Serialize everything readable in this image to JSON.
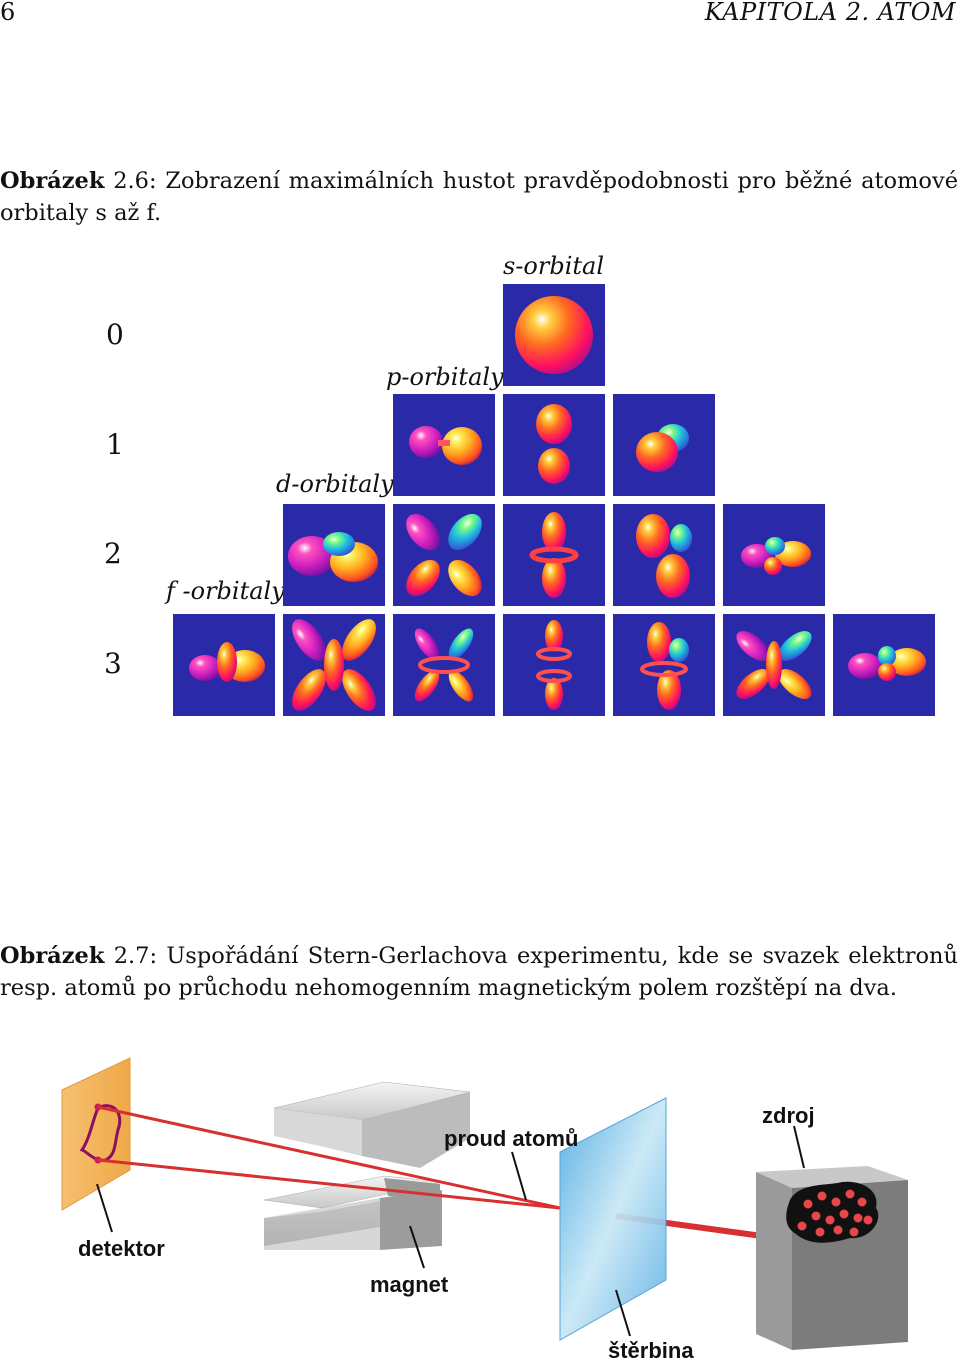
{
  "header": {
    "page_number": "6",
    "chapter": "KAPITOLA 2.  ATOM"
  },
  "figure1": {
    "caption_label": "Obrázek",
    "caption_number": "2.6:",
    "caption_text": " Zobrazení maximálních hustot pravděpodobnosti pro běžné atomové orbitaly s až f.",
    "row_labels": [
      "0",
      "1",
      "2",
      "3"
    ],
    "group_labels": {
      "s": "s-orbital",
      "p": "p-orbitaly",
      "d": "d-orbitaly",
      "f": "f -orbitaly"
    },
    "tile_background": "#2a2aa8",
    "tile_counts": [
      1,
      3,
      5,
      7
    ]
  },
  "figure2": {
    "caption_label": "Obrázek",
    "caption_number": "2.7:",
    "caption_text": " Uspořádání Stern-Gerlachova experimentu, kde se svazek elektronů resp. atomů po průchodu nehomogenním magnetickým polem rozštěpí na dva.",
    "labels": {
      "detector": "detektor",
      "magnet": "magnet",
      "beam": "proud atomů",
      "slit": "štěrbina",
      "source": "zdroj"
    },
    "colors": {
      "beam": "#d83030",
      "detector": "#f3b35a",
      "slit": "#7cc3e8",
      "source": "#8a8a8a"
    }
  }
}
